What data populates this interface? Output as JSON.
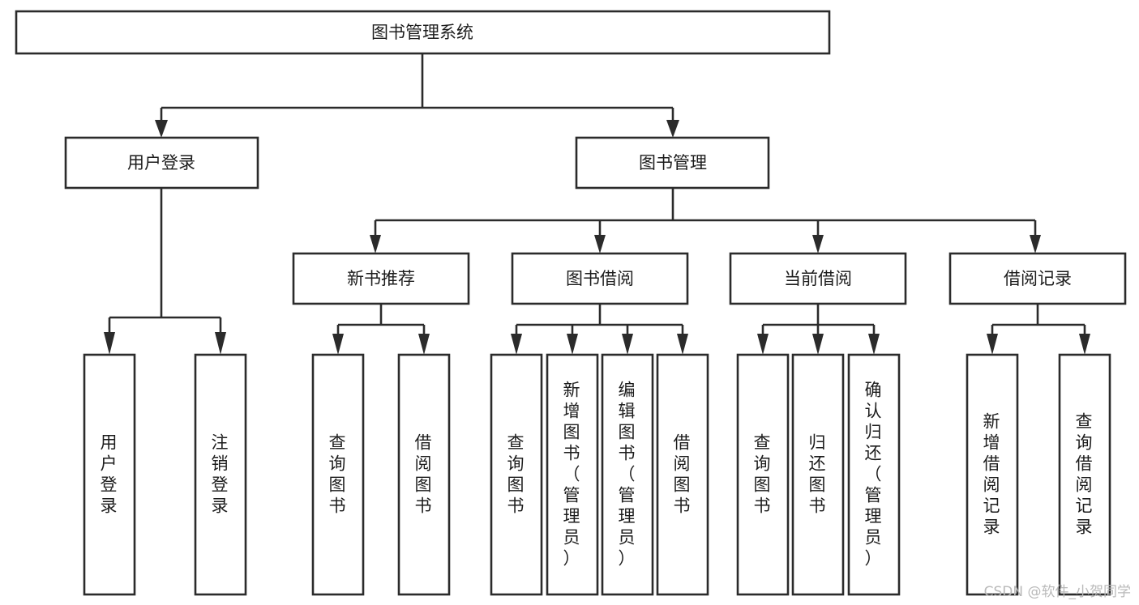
{
  "diagram": {
    "title": "图书管理系统",
    "watermark": "CSDN @软件_小贺同学",
    "accent_color": "#2b2b2b",
    "background_color": "#ffffff",
    "text_color": "#1c1c1c",
    "root": {
      "label": "图书管理系统",
      "level": 1
    },
    "level2": [
      {
        "label": "用户登录"
      },
      {
        "label": "图书管理"
      }
    ],
    "level3": [
      {
        "label": "新书推荐"
      },
      {
        "label": "图书借阅"
      },
      {
        "label": "当前借阅"
      },
      {
        "label": "借阅记录"
      }
    ],
    "leaves": {
      "用户登录": [
        "用户登录",
        "注销登录"
      ],
      "新书推荐": [
        "查询图书",
        "借阅图书"
      ],
      "图书借阅": [
        "查询图书",
        "新增图书（管理员）",
        "编辑图书（管理员）",
        "借阅图书"
      ],
      "当前借阅": [
        "查询图书",
        "归还图书",
        "确认归还（管理员）"
      ],
      "借阅记录": [
        "新增借阅记录",
        "查询借阅记录"
      ]
    },
    "leaf_labels_flat": [
      "用户登录",
      "注销登录",
      "查询图书",
      "借阅图书",
      "查询图书",
      "新增图书（管理员）",
      "编辑图书（管理员）",
      "借阅图书",
      "查询图书",
      "归还图书",
      "确认归还（管理员）",
      "新增借阅记录",
      "查询借阅记录"
    ]
  },
  "chart_data": {
    "type": "diagram",
    "title": "图书管理系统",
    "nodes": [
      {
        "id": "n0",
        "label": "图书管理系统",
        "level": 1,
        "parent": null
      },
      {
        "id": "n1",
        "label": "用户登录",
        "level": 2,
        "parent": "n0"
      },
      {
        "id": "n2",
        "label": "图书管理",
        "level": 2,
        "parent": "n0"
      },
      {
        "id": "n3",
        "label": "新书推荐",
        "level": 3,
        "parent": "n2"
      },
      {
        "id": "n4",
        "label": "图书借阅",
        "level": 3,
        "parent": "n2"
      },
      {
        "id": "n5",
        "label": "当前借阅",
        "level": 3,
        "parent": "n2"
      },
      {
        "id": "n6",
        "label": "借阅记录",
        "level": 3,
        "parent": "n2"
      },
      {
        "id": "n7",
        "label": "用户登录",
        "level": 4,
        "parent": "n1"
      },
      {
        "id": "n8",
        "label": "注销登录",
        "level": 4,
        "parent": "n1"
      },
      {
        "id": "n9",
        "label": "查询图书",
        "level": 4,
        "parent": "n3"
      },
      {
        "id": "n10",
        "label": "借阅图书",
        "level": 4,
        "parent": "n3"
      },
      {
        "id": "n11",
        "label": "查询图书",
        "level": 4,
        "parent": "n4"
      },
      {
        "id": "n12",
        "label": "新增图书（管理员）",
        "level": 4,
        "parent": "n4"
      },
      {
        "id": "n13",
        "label": "编辑图书（管理员）",
        "level": 4,
        "parent": "n4"
      },
      {
        "id": "n14",
        "label": "借阅图书",
        "level": 4,
        "parent": "n4"
      },
      {
        "id": "n15",
        "label": "查询图书",
        "level": 4,
        "parent": "n5"
      },
      {
        "id": "n16",
        "label": "归还图书",
        "level": 4,
        "parent": "n5"
      },
      {
        "id": "n17",
        "label": "确认归还（管理员）",
        "level": 4,
        "parent": "n5"
      },
      {
        "id": "n18",
        "label": "新增借阅记录",
        "level": 4,
        "parent": "n6"
      },
      {
        "id": "n19",
        "label": "查询借阅记录",
        "level": 4,
        "parent": "n6"
      }
    ]
  }
}
